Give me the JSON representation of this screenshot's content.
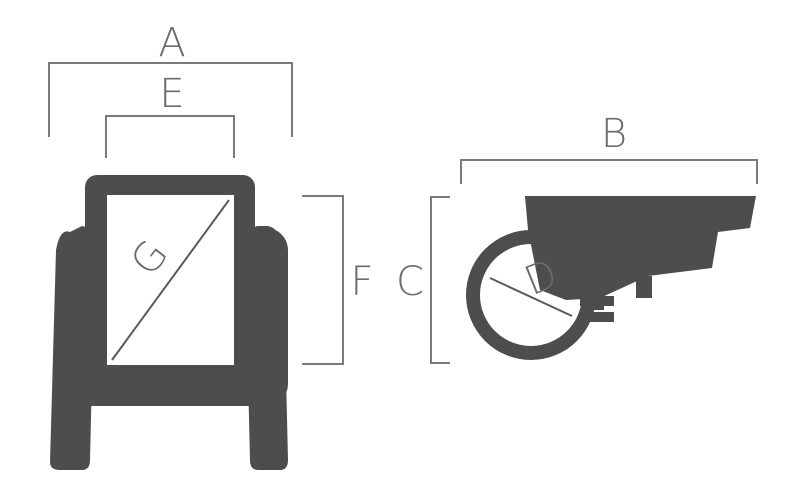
{
  "colors": {
    "body": "#4d4d4d",
    "dimension_line": "#7a7a7a",
    "label": "#6b6b6b",
    "screen": "#ffffff"
  },
  "front_view": {
    "overall_width_label": "A",
    "screen_width_label": "E",
    "screen_height_label": "F",
    "screen_diagonal_label": "G"
  },
  "side_view": {
    "overall_length_label": "B",
    "overall_height_label": "C",
    "clamp_diameter_label": "D"
  }
}
